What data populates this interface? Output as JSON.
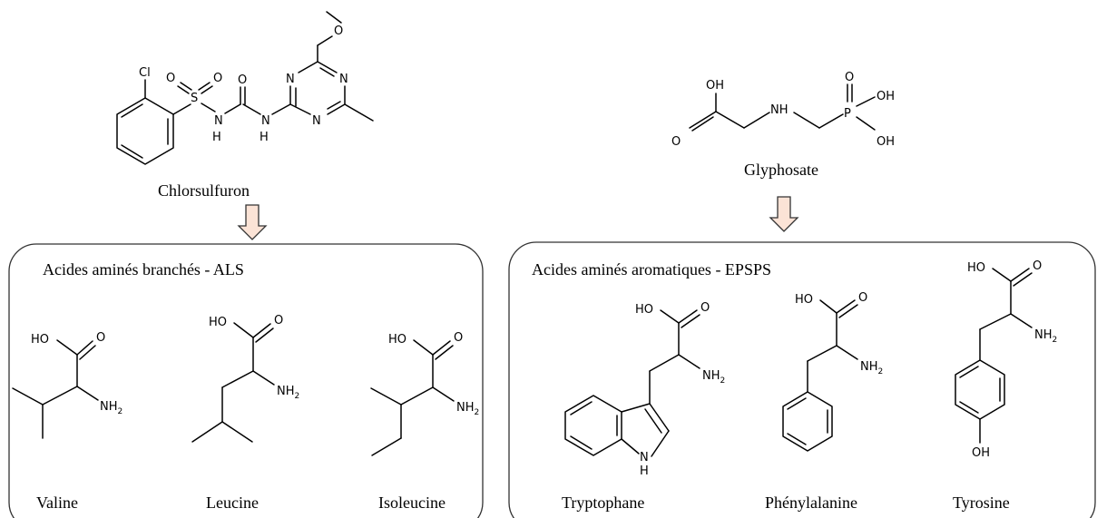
{
  "herbicides": {
    "chlorsulfuron": {
      "name": "Chlorsulfuron"
    },
    "glyphosate": {
      "name": "Glyphosate"
    }
  },
  "boxes": {
    "branched": {
      "title": "Acides aminés branchés - ALS",
      "amino_acids": [
        "Valine",
        "Leucine",
        "Isoleucine"
      ]
    },
    "aromatic": {
      "title": "Acides aminés aromatiques - EPSPS",
      "amino_acids": [
        "Tryptophane",
        "Phénylalanine",
        "Tyrosine"
      ]
    }
  },
  "atom_labels": {
    "cl": "Cl",
    "o": "O",
    "s": "S",
    "h": "H",
    "n": "N",
    "nh": "NH",
    "p": "P",
    "oh": "OH",
    "ho": "HO",
    "nh2": "NH",
    "nh2_sub": "2"
  },
  "colors": {
    "arrow_fill": "#fbe3d6",
    "box_stroke": "#333333",
    "ink": "#000000"
  }
}
